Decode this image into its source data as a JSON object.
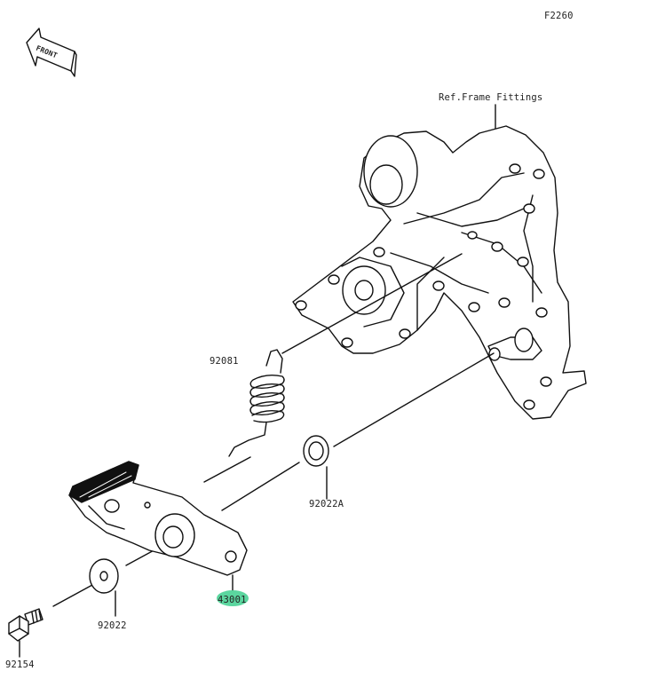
{
  "diagram": {
    "code": "F2260",
    "front_label": "FRONT",
    "ref_label": "Ref.Frame Fittings",
    "highlight_color": "#3ecf8e",
    "parts": [
      {
        "id": "92081",
        "name": "spring"
      },
      {
        "id": "92022A",
        "name": "washer-upper"
      },
      {
        "id": "43001",
        "name": "brake-pedal"
      },
      {
        "id": "92022",
        "name": "washer-lower"
      },
      {
        "id": "92154",
        "name": "bolt"
      }
    ]
  }
}
